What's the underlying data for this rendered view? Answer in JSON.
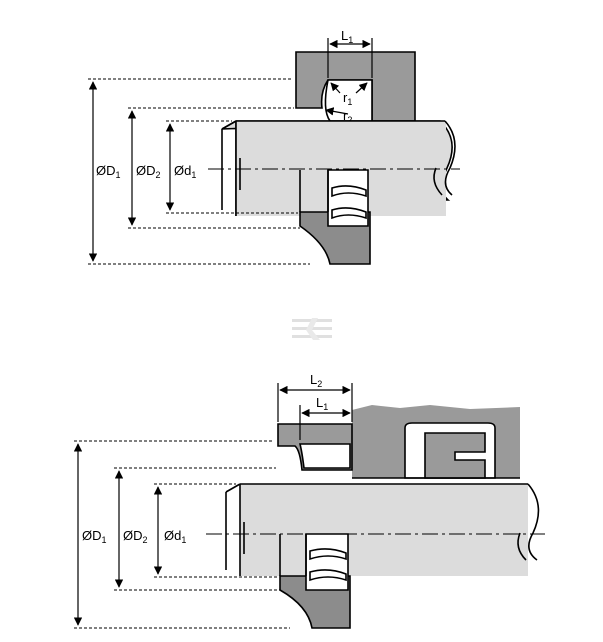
{
  "diagram_top": {
    "label_D1": "ØD",
    "sub_D1": "1",
    "label_D2": "ØD",
    "sub_D2": "2",
    "label_d1": "Ød",
    "sub_d1": "1",
    "label_L1": "L",
    "sub_L1": "1",
    "label_r1": "r",
    "sub_r1": "1",
    "label_r2": "r",
    "sub_r2": "2"
  },
  "diagram_bottom": {
    "label_D1": "ØD",
    "sub_D1": "1",
    "label_D2": "ØD",
    "sub_D2": "2",
    "label_d1": "Ød",
    "sub_d1": "1",
    "label_L1": "L",
    "sub_L1": "1",
    "label_L2": "L",
    "sub_L2": "2"
  },
  "colors": {
    "housing": "#9a9a9a",
    "shaft": "#dcdcdc",
    "seal": "#8c8c8c",
    "line": "#000000"
  }
}
